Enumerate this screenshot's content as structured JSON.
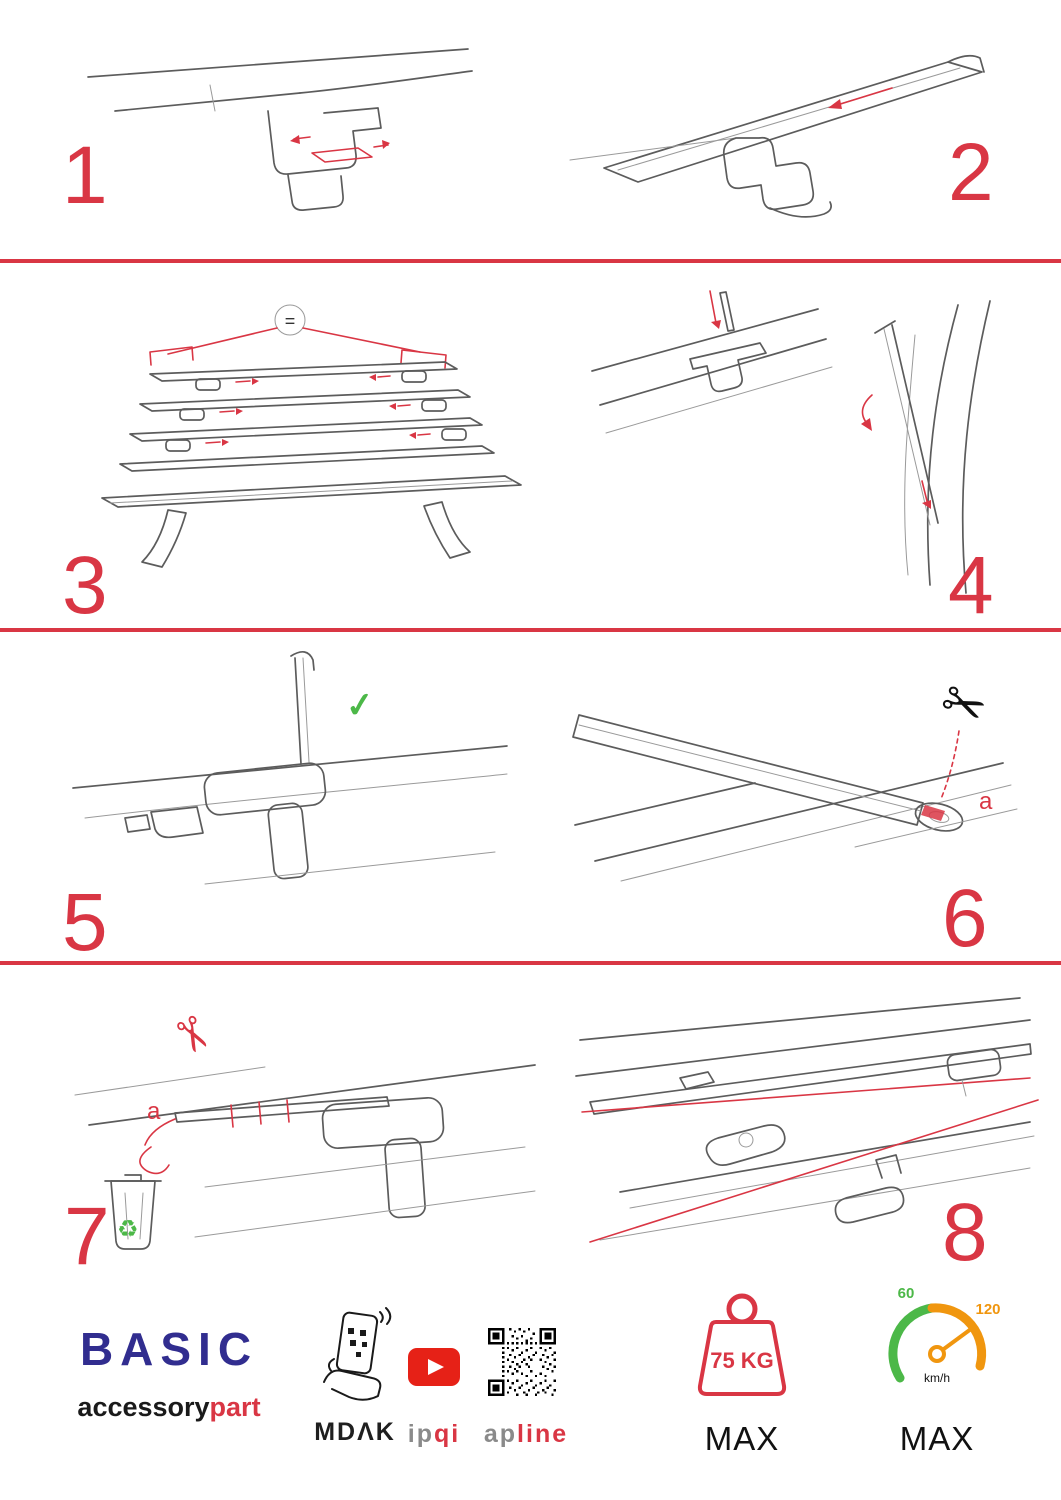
{
  "colors": {
    "accent_red": "#d93644",
    "brand_blue": "#312d8f",
    "green": "#4cb848",
    "orange": "#f0960f"
  },
  "steps": [
    {
      "number": "1"
    },
    {
      "number": "2"
    },
    {
      "number": "3"
    },
    {
      "number": "4"
    },
    {
      "number": "5"
    },
    {
      "number": "6"
    },
    {
      "number": "7"
    },
    {
      "number": "8"
    }
  ],
  "annotations": {
    "equals_sign": "=",
    "checkmark": "✓",
    "label_a": "a"
  },
  "icons": {
    "scissors": "✂",
    "recycle": "♻"
  },
  "footer": {
    "brand_title": "BASIC",
    "brand_sub_black": "accessory",
    "brand_sub_red": "part",
    "partner_mdak": "MDΛK",
    "partner_ipqi_gray": "ip",
    "partner_ipqi_red": "qi",
    "partner_apline_gray": "ap",
    "partner_apline_red": "line",
    "weight_value": "75 KG",
    "weight_max": "MAX",
    "speed_60": "60",
    "speed_120": "120",
    "speed_unit": "km/h",
    "speed_max": "MAX"
  }
}
